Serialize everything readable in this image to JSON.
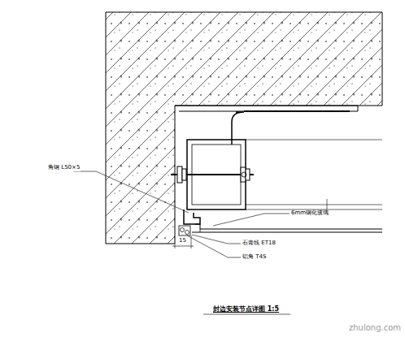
{
  "diagram": {
    "title": "封边安装节点详图 1:5",
    "labels": [
      "角钢 L50×5",
      "6mm钢化玻璃",
      "石膏线 ET18",
      "铝角 T4S",
      "15",
      "zhulong.com"
    ]
  }
}
